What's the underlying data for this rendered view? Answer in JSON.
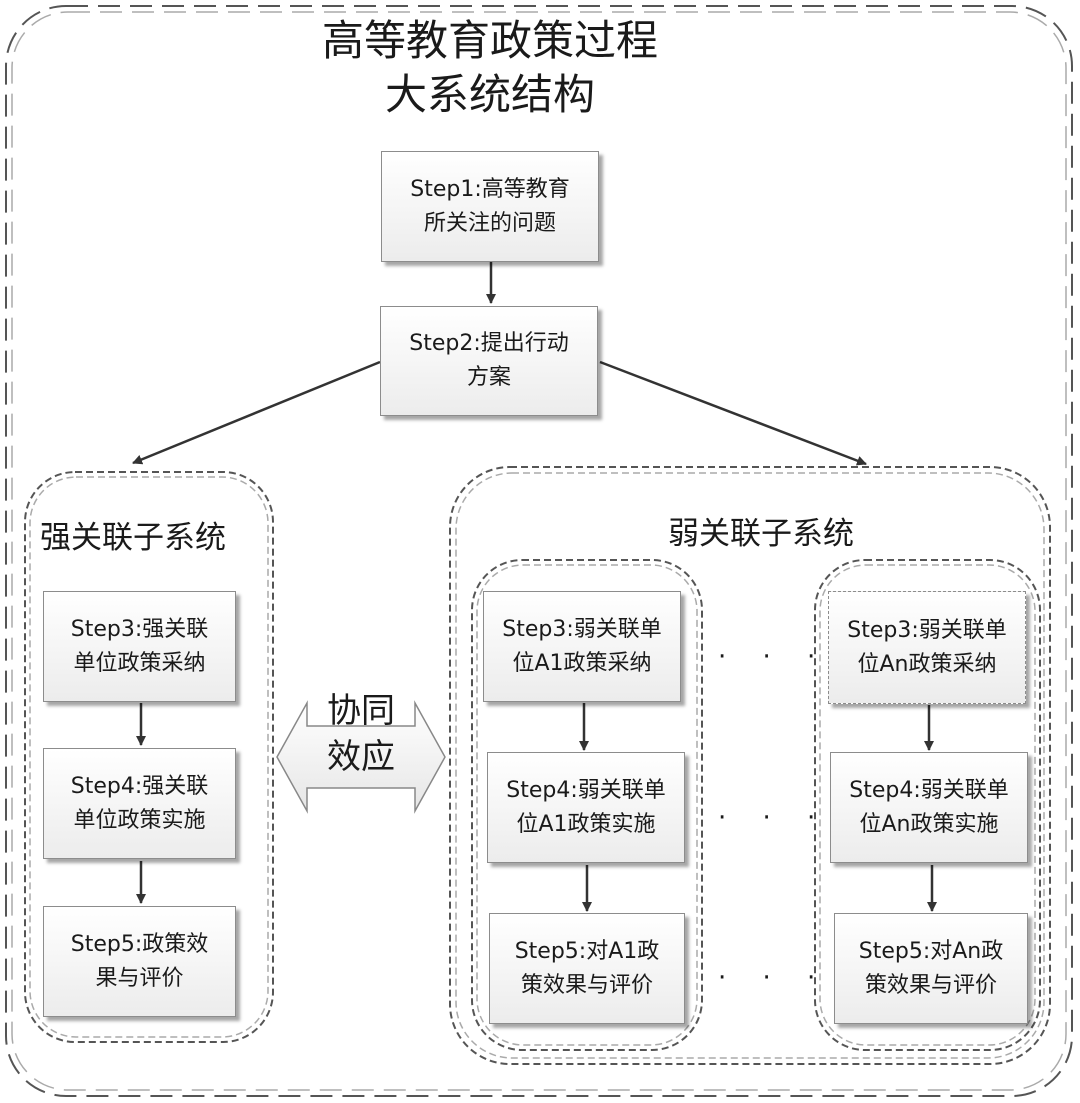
{
  "title": {
    "line1": "高等教育政策过程",
    "line2": "大系统结构"
  },
  "top_steps": {
    "step1": {
      "line1": "Step1:高等教育",
      "line2": "所关注的问题"
    },
    "step2": {
      "line1": "Step2:提出行动",
      "line2": "方案"
    }
  },
  "strong": {
    "title": "强关联子系统",
    "step3": {
      "line1": "Step3:强关联",
      "line2": "单位政策采纳"
    },
    "step4": {
      "line1": "Step4:强关联",
      "line2": "单位政策实施"
    },
    "step5": {
      "line1": "Step5:政策效",
      "line2": "果与评价"
    }
  },
  "synergy": {
    "line1": "协同",
    "line2": "效应"
  },
  "weak": {
    "title": "弱关联子系统",
    "a1": {
      "step3": {
        "line1": "Step3:弱关联单",
        "line2": "位A1政策采纳"
      },
      "step4": {
        "line1": "Step4:弱关联单",
        "line2": "位A1政策实施"
      },
      "step5": {
        "line1": "Step5:对A1政",
        "line2": "策效果与评价"
      }
    },
    "an": {
      "step3": {
        "line1": "Step3:弱关联单",
        "line2": "位An政策采纳"
      },
      "step4": {
        "line1": "Step4:弱关联单",
        "line2": "位An政策实施"
      },
      "step5": {
        "line1": "Step5:对An政",
        "line2": "策效果与评价"
      }
    },
    "ellipsis": "· · ·"
  }
}
